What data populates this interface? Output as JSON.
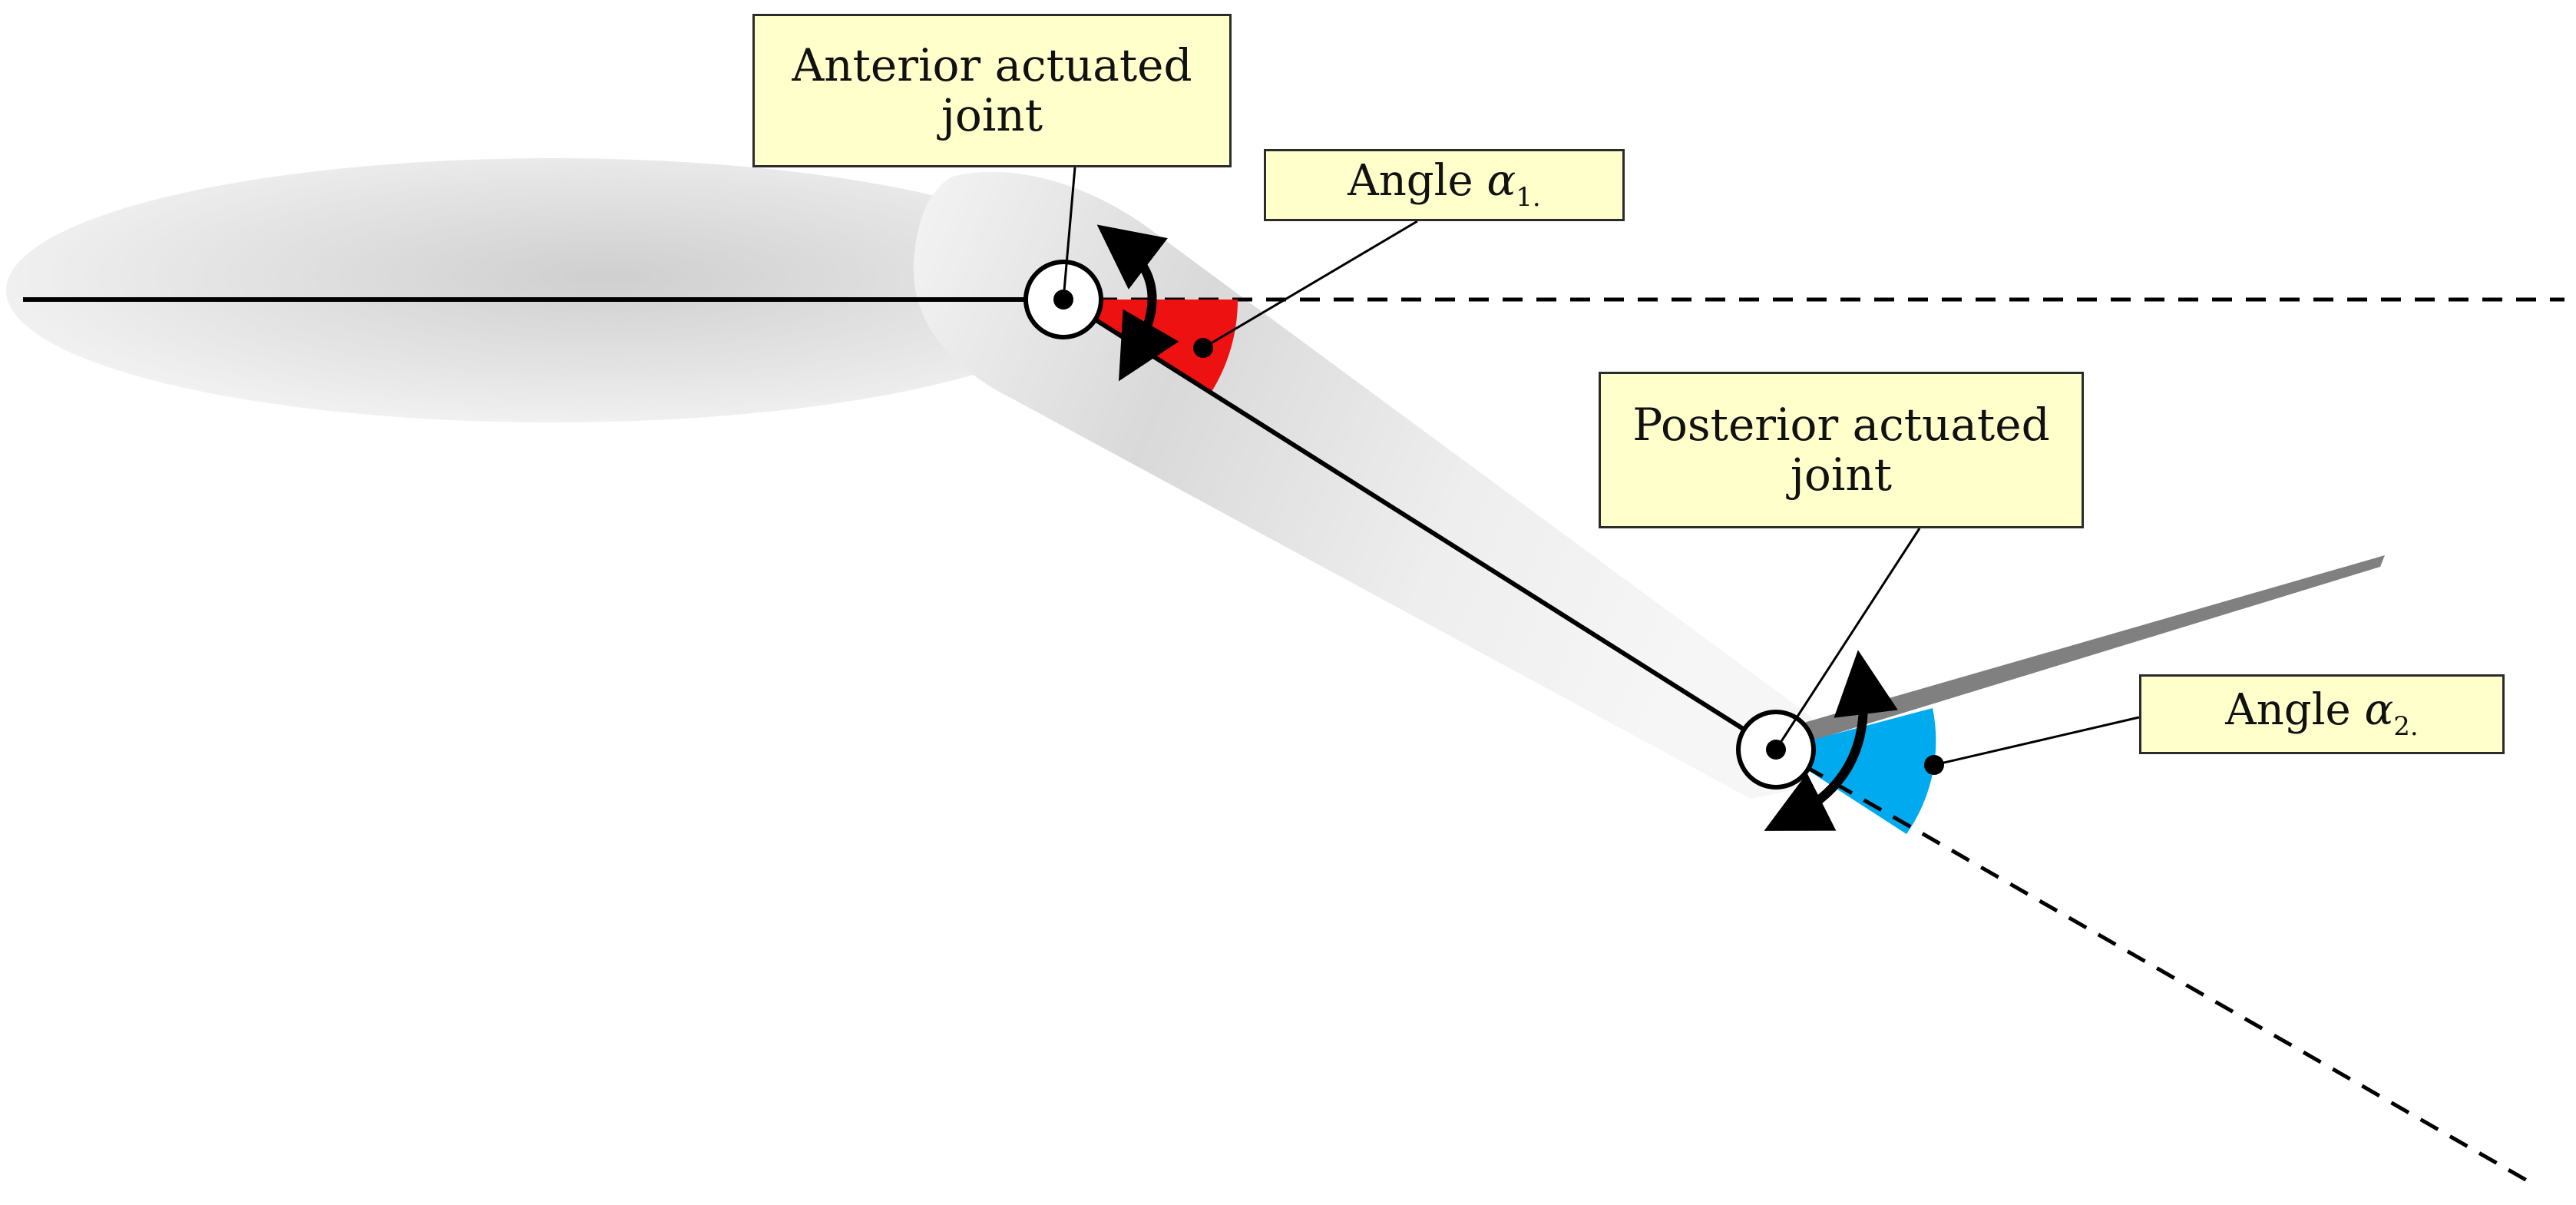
{
  "labels": {
    "anterior": {
      "line1": "Anterior actuated",
      "line2": "joint"
    },
    "posterior": {
      "line1": "Posterior actuated",
      "line2": "joint"
    },
    "alpha1": {
      "prefix": "Angle ",
      "symbol": "α",
      "subscript": "1."
    },
    "alpha2": {
      "prefix": "Angle ",
      "symbol": "α",
      "subscript": "2."
    }
  },
  "colors": {
    "label_fill": "#ffffcc",
    "alpha1_sector": "#ee1111",
    "alpha2_sector": "#00aaee",
    "segment_fill": "#e2e2e2",
    "tail_fin": "#808080",
    "lines": "#000000"
  },
  "icons": {
    "joint_marker": "circle-with-dot-icon",
    "rotation": "curved-double-arrow-icon"
  }
}
